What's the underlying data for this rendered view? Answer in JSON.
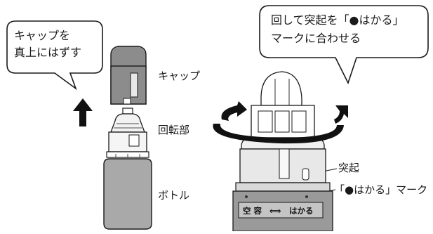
{
  "left_callout": {
    "line1": "キャップを",
    "line2": "真上にはずす"
  },
  "right_callout": {
    "line1": "回して突起を「●はかる」",
    "line2": "マークに合わせる"
  },
  "labels": {
    "cap": "キャップ",
    "rotating_part": "回転部",
    "bottle": "ボトル",
    "protrusion": "突起",
    "measure_mark": "「●はかる」マーク"
  },
  "device_markings": {
    "left_symbol": "空 容",
    "arrow": "⟺",
    "measure": "はかる"
  },
  "colors": {
    "line": "#1a1a1a",
    "dark_gray": "#8c8c8c",
    "mid_gray": "#a9a9a9",
    "light_gray": "#d6d6d6",
    "pale": "#eeeeee"
  }
}
